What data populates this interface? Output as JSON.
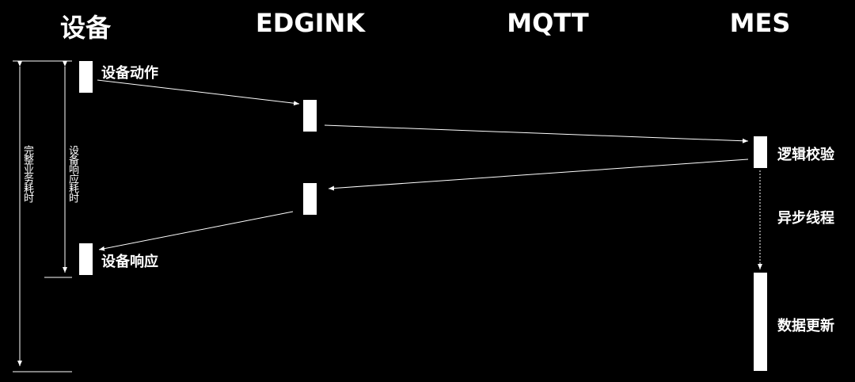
{
  "lanes": {
    "device": "设备",
    "edgink": "EDGINK",
    "mqtt": "MQTT",
    "mes": "MES"
  },
  "labels": {
    "device_action": "设备动作",
    "device_response": "设备响应",
    "logic_check": "逻辑校验",
    "async_thread": "异步线程",
    "data_update": "数据更新"
  },
  "durations": {
    "total": "完整业务耗时",
    "device_response_time": "设备响应耗时"
  },
  "colors": {
    "background": "#000000",
    "foreground": "#ffffff"
  }
}
